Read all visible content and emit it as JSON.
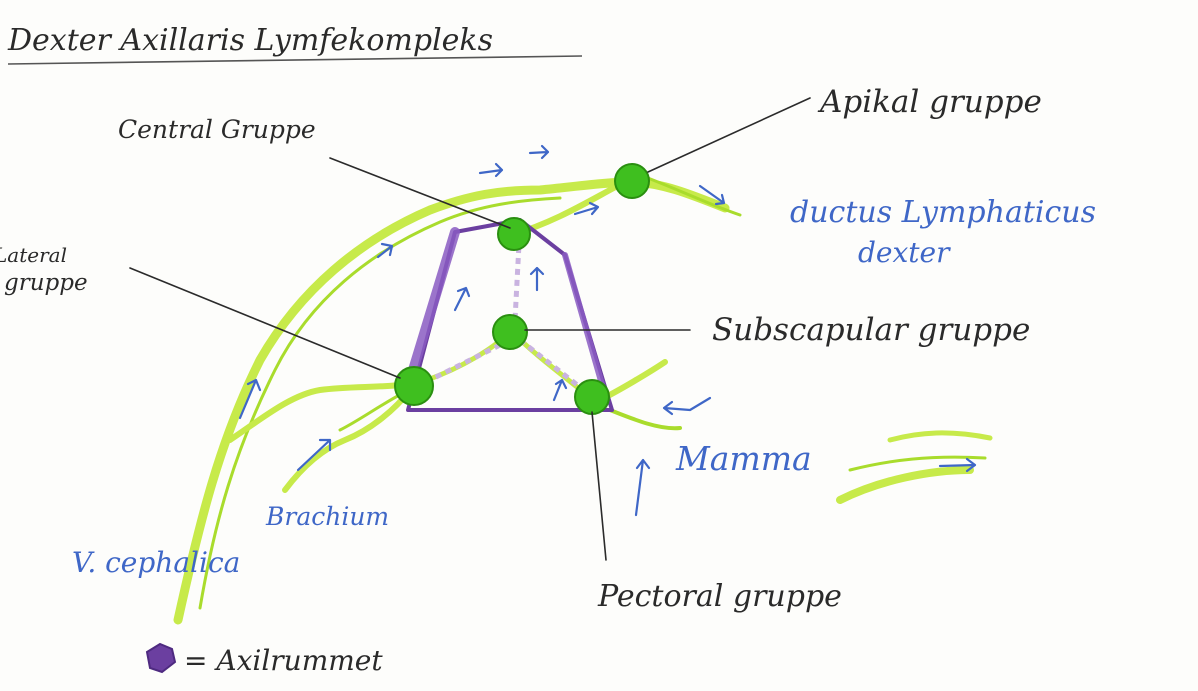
{
  "title": "Dexter Axillaris Lymfekompleks",
  "labels": {
    "apical": "Apikal gruppe",
    "central": "Central Gruppe",
    "lateral_line1": "Lateral",
    "lateral_line2": "gruppe",
    "subscapular": "Subscapular gruppe",
    "pectoral": "Pectoral gruppe",
    "ductus_line1": "ductus Lymphaticus",
    "ductus_line2": "dexter",
    "mamma": "Mamma",
    "brachium": "Brachium",
    "v_cephalica": "V. cephalica"
  },
  "legend": {
    "text": "= Axilrummet"
  },
  "colors": {
    "label_ink": "#2a2a2a",
    "blue_ink": "#3f67c7",
    "lymph_node_green": "#3fbf1f",
    "lymph_vessel_green": "#c7ea4a",
    "axilla_purple": "#6b3fa0"
  }
}
